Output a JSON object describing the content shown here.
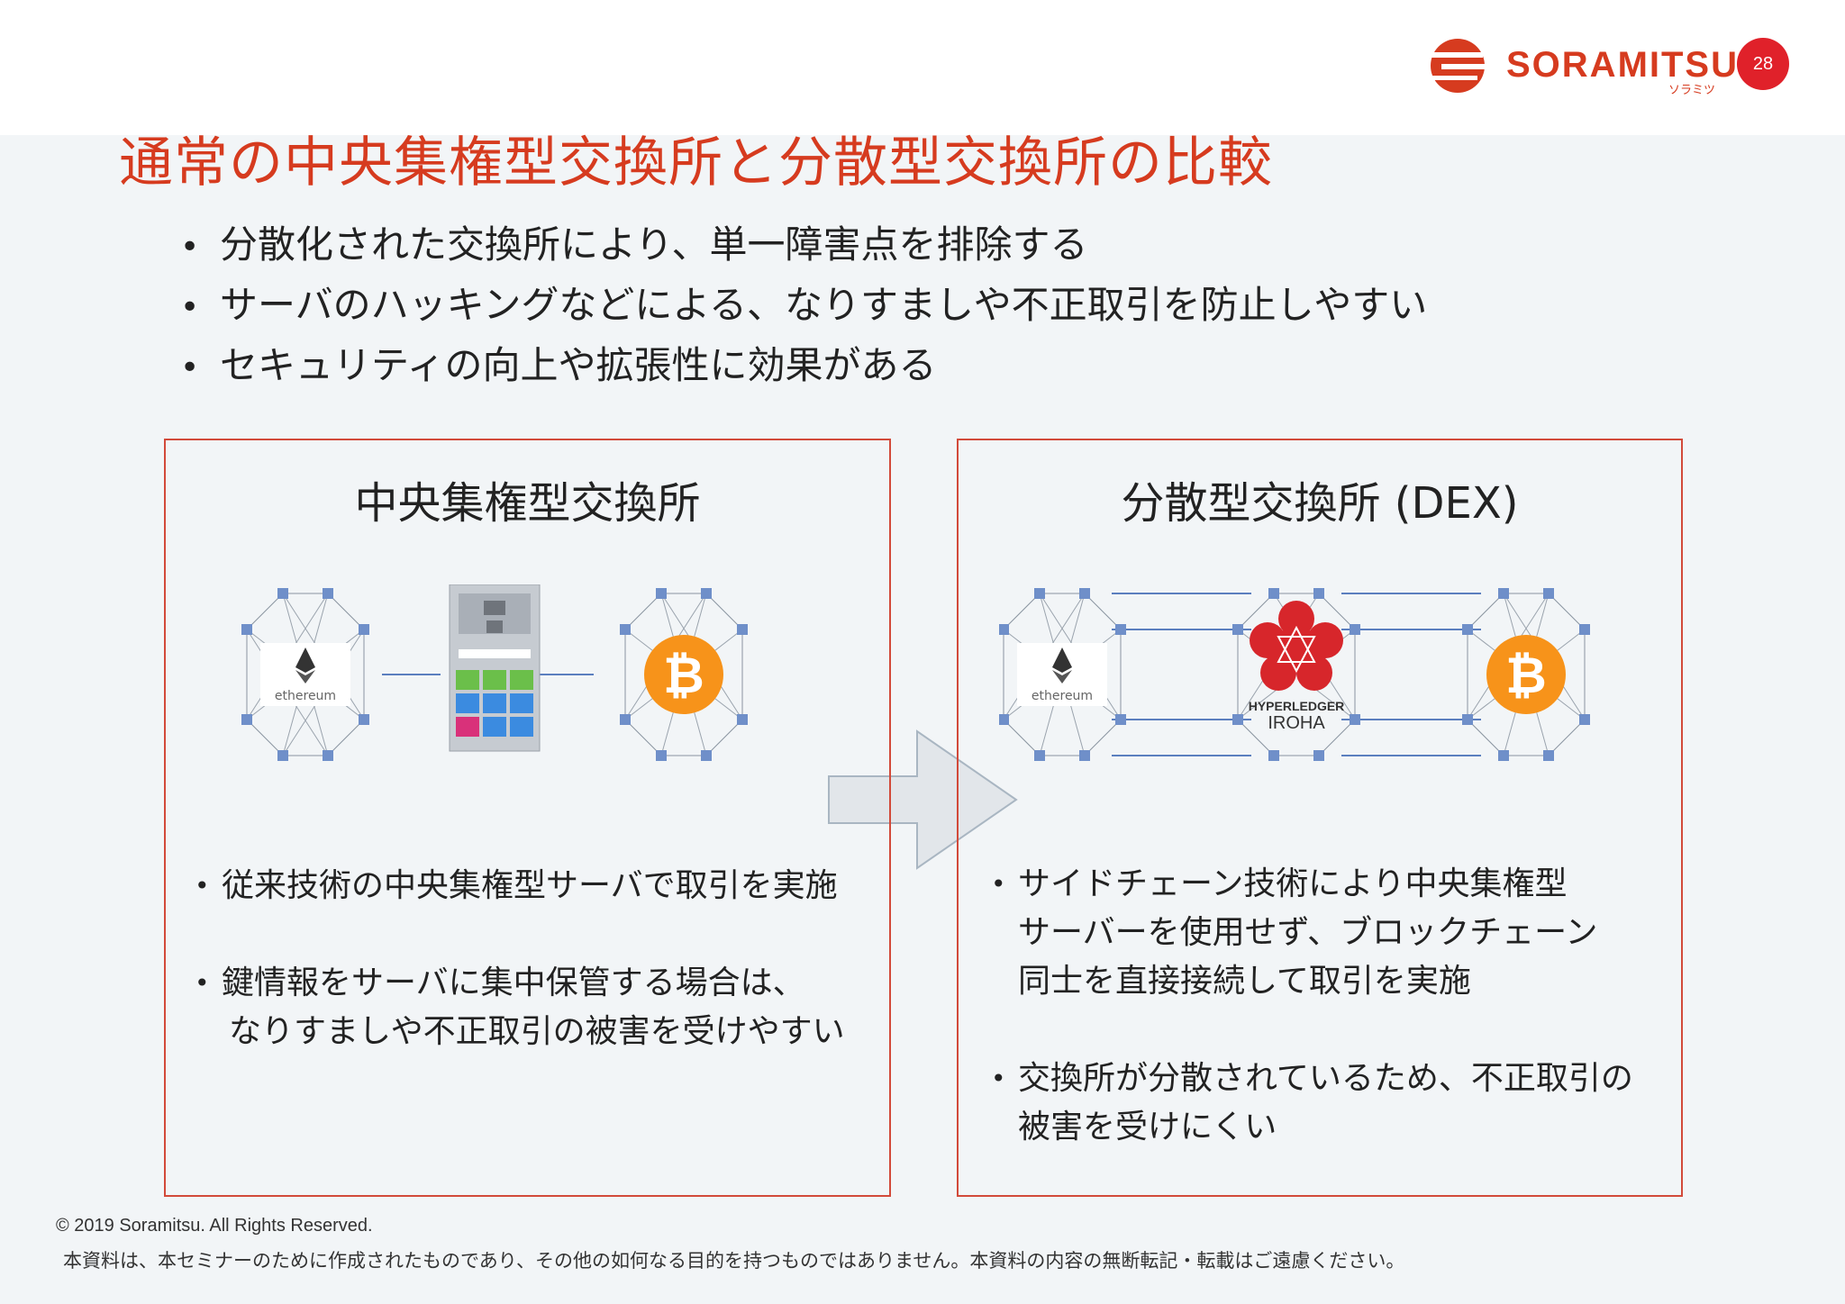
{
  "header": {
    "title": "通常の中央集権型交換所と分散型交換所の比較",
    "logo_text": "SORAMITSU",
    "logo_sub": "ソラミツ",
    "page_number": "28"
  },
  "bullets": [
    "分散化された交換所により、単一障害点を排除する",
    "サーバのハッキングなどによる、なりすましや不正取引を防止しやすい",
    "セキュリティの向上や拡張性に効果がある"
  ],
  "left_panel": {
    "title": "中央集権型交換所",
    "ethereum_label": "ethereum",
    "bitcoin_symbol": "₿",
    "items": [
      [
        "従来技術の中央集権型サーバで取引を実施"
      ],
      [
        "鍵情報をサーバに集中保管する場合は、",
        "なりすましや不正取引の被害を受けやすい"
      ]
    ]
  },
  "right_panel": {
    "title": "分散型交換所 (DEX)",
    "ethereum_label": "ethereum",
    "bitcoin_symbol": "₿",
    "iroha_top": "HYPERLEDGER",
    "iroha_bottom": "IROHA",
    "items": [
      [
        "サイドチェーン技術により中央集権型",
        "サーバーを使用せず、ブロックチェーン",
        "同士を直接接続して取引を実施"
      ],
      [
        "交換所が分散されているため、不正取引の",
        "被害を受けにくい"
      ]
    ]
  },
  "footer": {
    "copyright": "© 2019 Soramitsu. All Rights Reserved.",
    "note": "本資料は、本セミナーのために作成されたものであり、その他の如何なる目的を持つものではありません。本資料の内容の無断転記・転載はご遠慮ください。"
  },
  "colors": {
    "accent": "#d63b1f",
    "panel_border": "#d24a3a",
    "bitcoin": "#f7931a",
    "iroha": "#d7262b"
  }
}
